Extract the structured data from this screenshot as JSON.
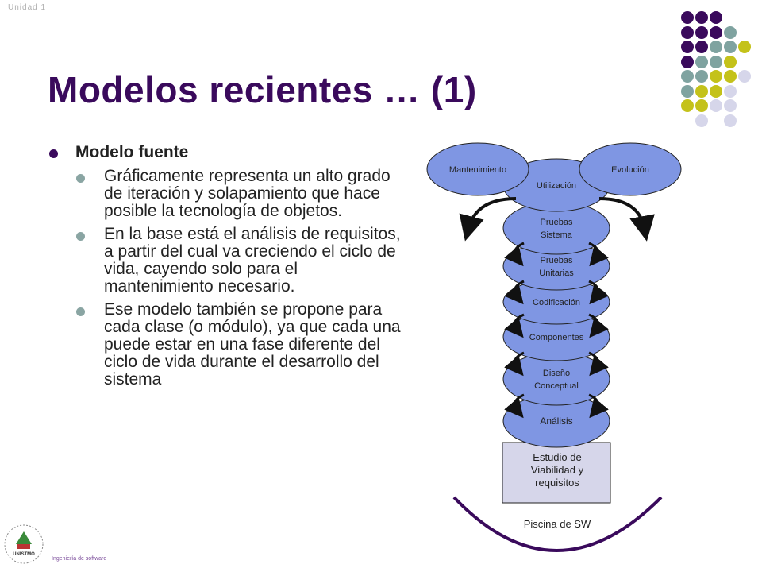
{
  "header": {
    "label": "Unidad 1"
  },
  "slide": {
    "title": "Modelos recientes … (1)",
    "bullet": "Modelo fuente",
    "sub_bullets": [
      "Gráficamente representa un alto grado de iteración y solapamiento que hace posible la tecnología de objetos.",
      "En la base está el análisis de requisitos, a partir del cual va creciendo el ciclo de vida, cayendo solo para el mantenimiento necesario.",
      "Ese modelo también se propone para cada clase (o módulo), ya que cada una puede estar en una fase diferente del ciclo de vida durante el desarrollo del sistema"
    ]
  },
  "diagram": {
    "top_left": "Mantenimiento",
    "top_right": "Evolución",
    "stages": [
      "Utilización",
      "Pruebas\nSistema",
      "Pruebas\nUnitarias",
      "Codificación",
      "Componentes",
      "Diseño\nConceptual",
      "Análisis"
    ],
    "base_box": "Estudio de\nViabilidad y\nrequisitos",
    "pool": "Piscina de SW"
  },
  "footer": {
    "text": "Ingeniería de software",
    "logo_text": "UNISTMO"
  },
  "colors": {
    "purple": "#3a0a5c",
    "teal": "#7fa3a0",
    "olive": "#c4c21a",
    "lavender": "#d6d6ea",
    "stage_fill": "#7f96e3"
  }
}
